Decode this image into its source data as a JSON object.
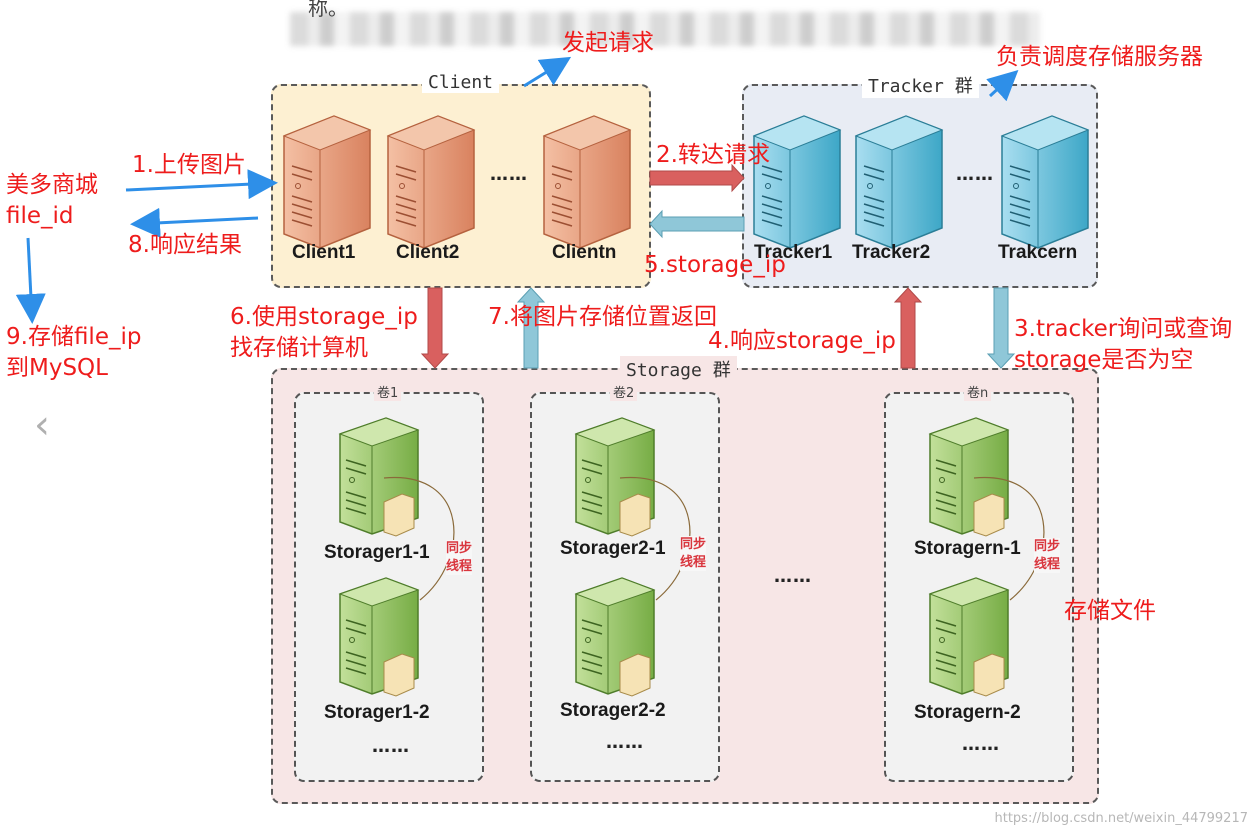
{
  "top_fragment": "称。",
  "client_group": {
    "title": "Client",
    "nodes": [
      "Client1",
      "Client2",
      "Clientn"
    ],
    "ellipsis": "……"
  },
  "tracker_group": {
    "title": "Tracker 群",
    "nodes": [
      "Tracker1",
      "Tracker2",
      "Trakcern"
    ],
    "ellipsis": "……"
  },
  "storage_group": {
    "title": "Storage 群",
    "between_volumes_ellipsis": "……",
    "volumes": [
      {
        "title": "卷1",
        "node_a": "Storager1-1",
        "node_b": "Storager1-2",
        "ellipsis": "……"
      },
      {
        "title": "卷2",
        "node_a": "Storager2-1",
        "node_b": "Storager2-2",
        "ellipsis": "……"
      },
      {
        "title": "卷n",
        "node_a": "Storagern-1",
        "node_b": "Storagern-2",
        "ellipsis": "……"
      }
    ],
    "sync_line1": "同步",
    "sync_line2": "线程"
  },
  "annotations": {
    "initiate_request": "发起请求",
    "tracker_role": "负责调度存储服务器",
    "mall_line1": "美多商城",
    "mall_line2": "file_id",
    "step1": "1.上传图片",
    "step2": "2.转达请求",
    "step3_line1": "3.tracker询问或查询",
    "step3_line2": "storage是否为空",
    "step4": "4.响应storage_ip",
    "step5": "5.storage_ip",
    "step6_line1": "6.使用storage_ip",
    "step6_line2": "找存储计算机",
    "step7": "7.将图片存储位置返回",
    "step8": "8.响应结果",
    "step9_line1": "9.存储file_ip",
    "step9_line2": "到MySQL",
    "store_files": "存储文件"
  },
  "colors": {
    "annotation_red": "#ee1c1c",
    "arrow_blue": "#2e8fe8",
    "client_bg": "#fdf0d2",
    "tracker_bg": "#e8ecf4",
    "storage_bg": "#f7e6e6",
    "client_server": "#e79a78",
    "tracker_server": "#5cb8d0",
    "storage_server": "#8cbf5a",
    "pipe_red": "#d9605f",
    "pipe_blue": "#8fc7d8"
  },
  "watermark": "https://blog.csdn.net/weixin_44799217"
}
